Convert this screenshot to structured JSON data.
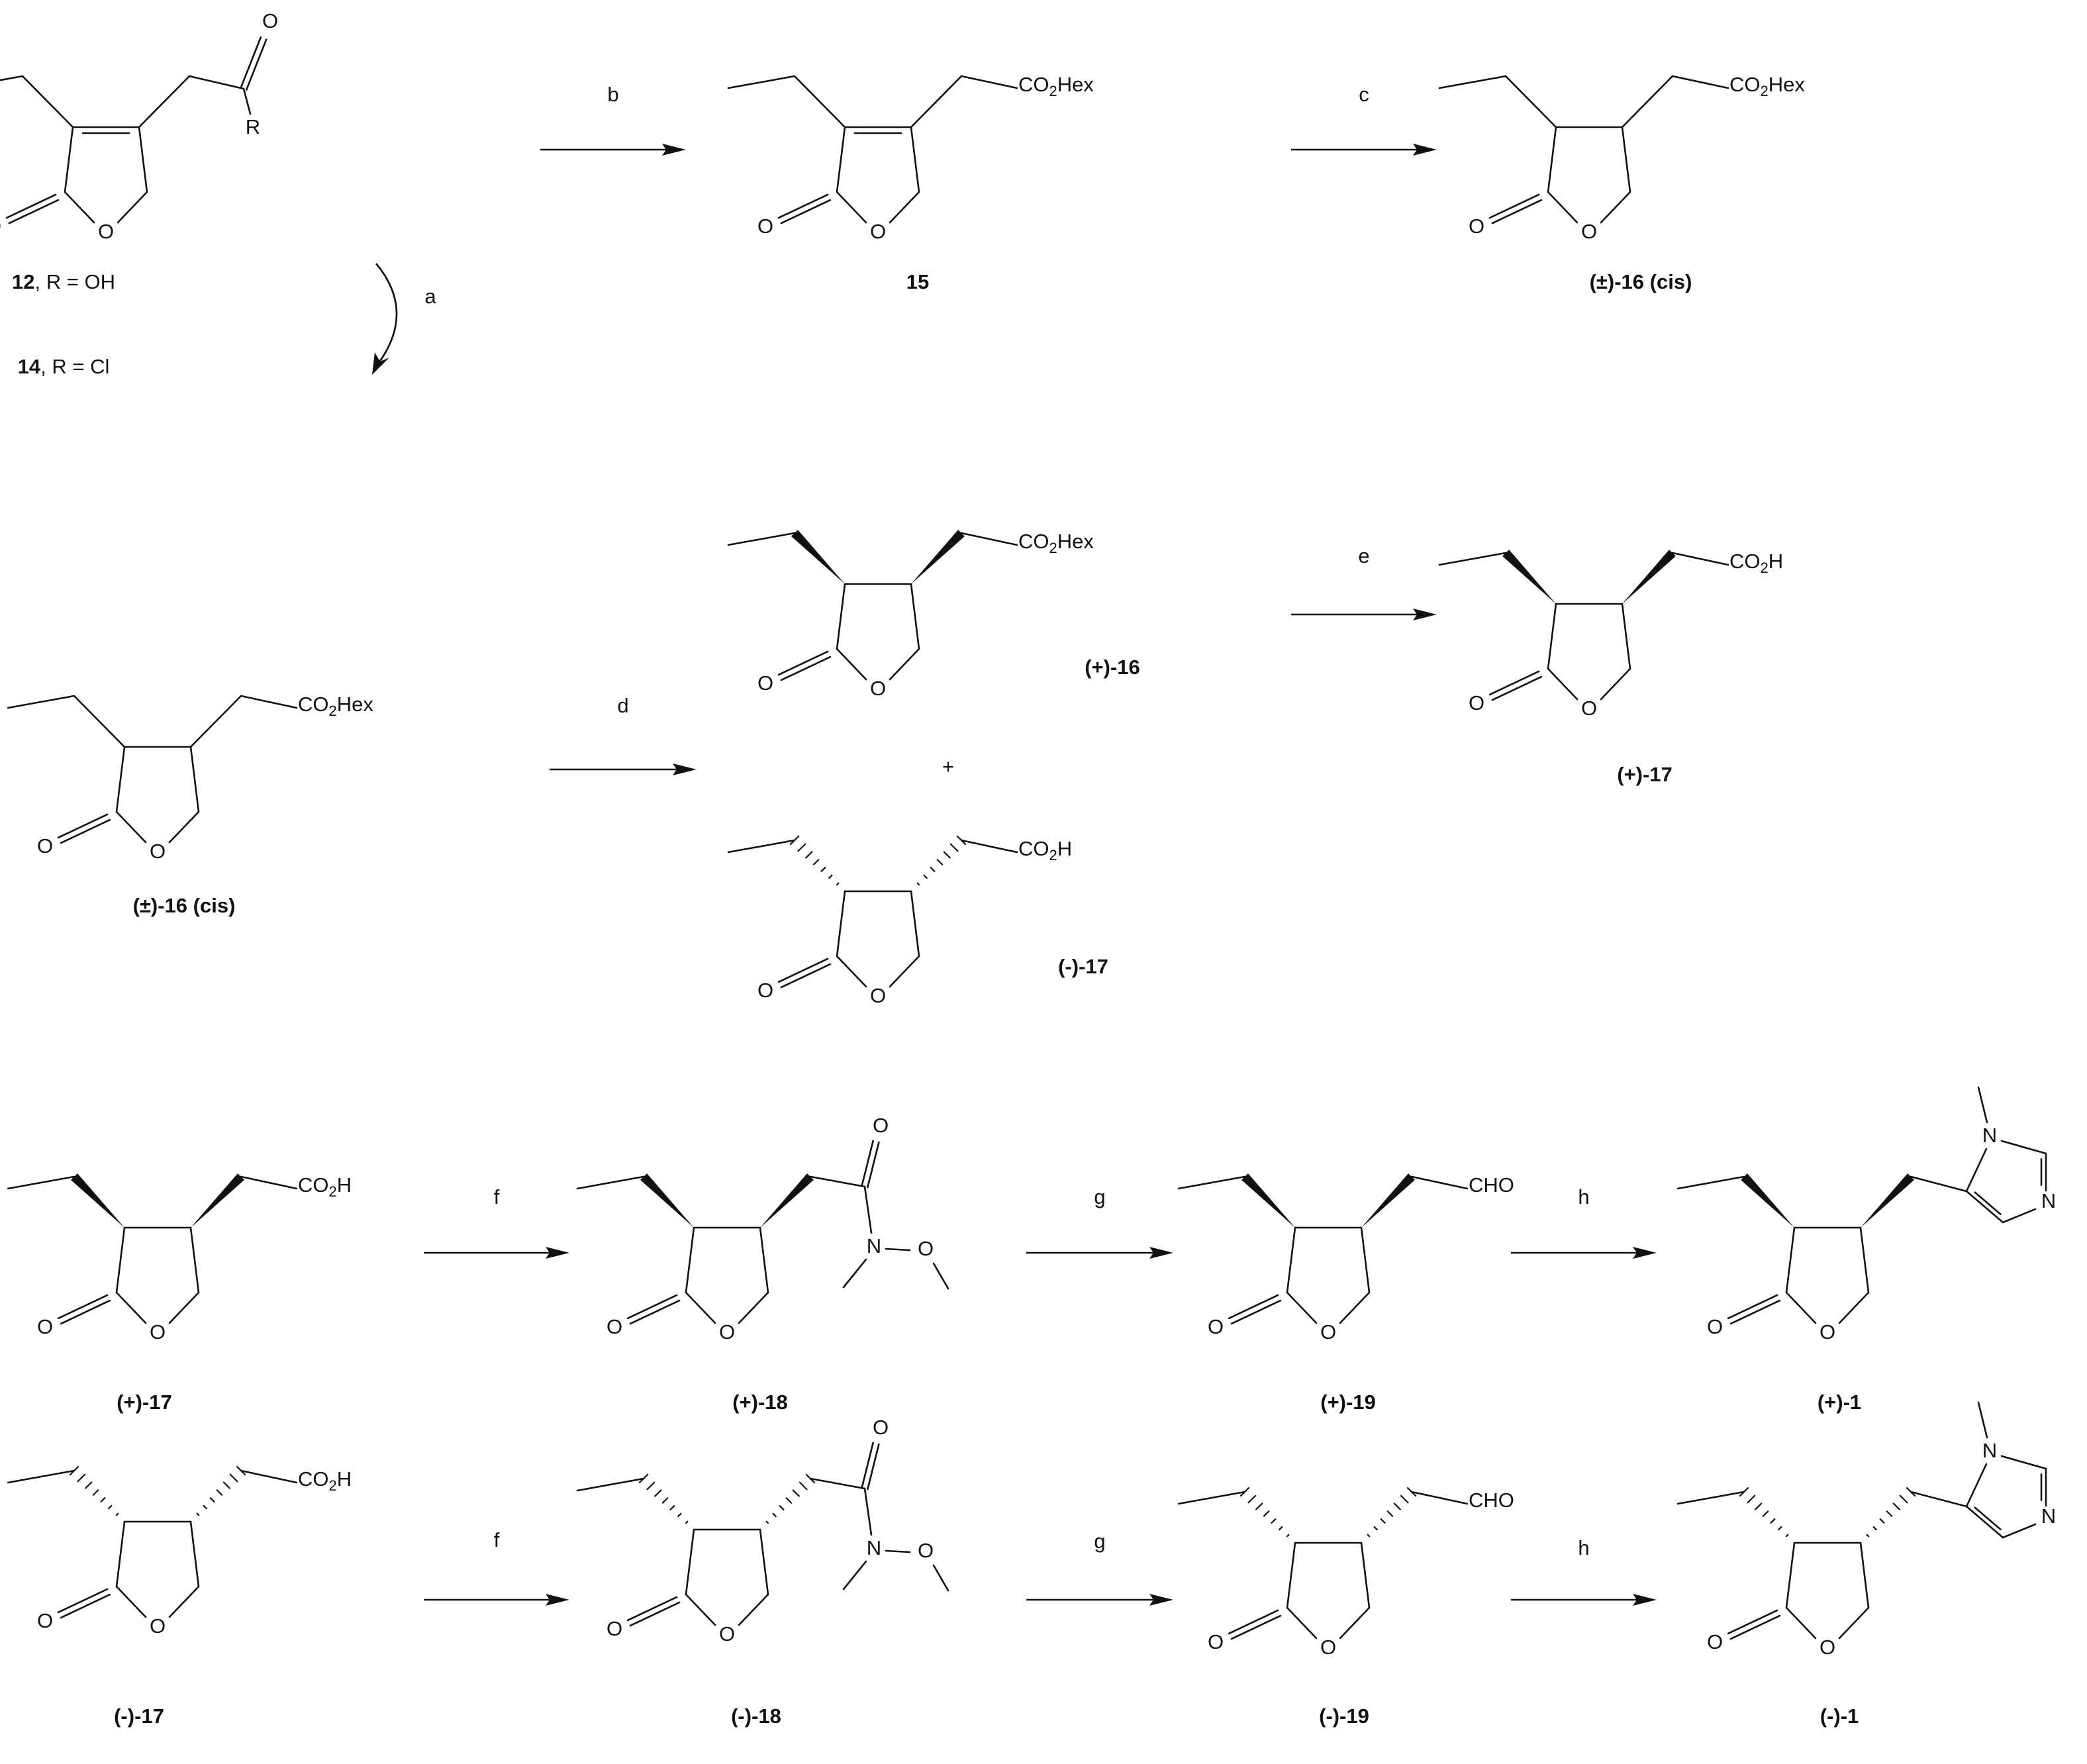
{
  "scheme": {
    "conditions": {
      "a": "a",
      "b": "b",
      "c": "c",
      "d": "d",
      "e": "e",
      "f": "f",
      "g": "g",
      "h": "h"
    },
    "plus_sign": "+",
    "atoms": {
      "O": "O",
      "R": "R",
      "N": "N",
      "CO2Hex_main": "CO",
      "CO2Hex_sub": "2",
      "CO2Hex_tail": "Hex",
      "CO2H_main": "CO",
      "CO2H_sub": "2",
      "CO2H_tail": "H",
      "CHO": "CHO"
    },
    "labels": {
      "c12_num": "12",
      "c12_rest": ", R = OH",
      "c14_num": "14",
      "c14_rest": ", R = Cl",
      "c15": "15",
      "pm16_top": "(±)-16 (cis)",
      "pm16_mid": "(±)-16 (cis)",
      "p16": "(+)-16",
      "m17_mid": "(-)-17",
      "p17_top": "(+)-17",
      "p17_row": "(+)-17",
      "p18": "(+)-18",
      "p19": "(+)-19",
      "p1": "(+)-1",
      "m17_row": "(-)-17",
      "m18": "(-)-18",
      "m19": "(-)-19",
      "m1": "(-)-1"
    }
  }
}
